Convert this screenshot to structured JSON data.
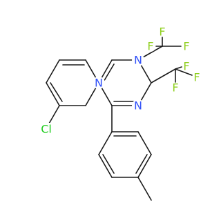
{
  "molecule": {
    "colors": {
      "bond": "#1a1a1a",
      "nitrogen": "#3050f8",
      "chlorine": "#1fcc1f",
      "fluorine": "#8fcf1f"
    },
    "labels": {
      "n_top": "N",
      "n_ring_bottom": "N",
      "n_triazine_right": "N",
      "cl": "Cl",
      "f1": "F",
      "f2": "F",
      "f3": "F",
      "f4": "F",
      "f5": "F",
      "f6": "F"
    }
  }
}
